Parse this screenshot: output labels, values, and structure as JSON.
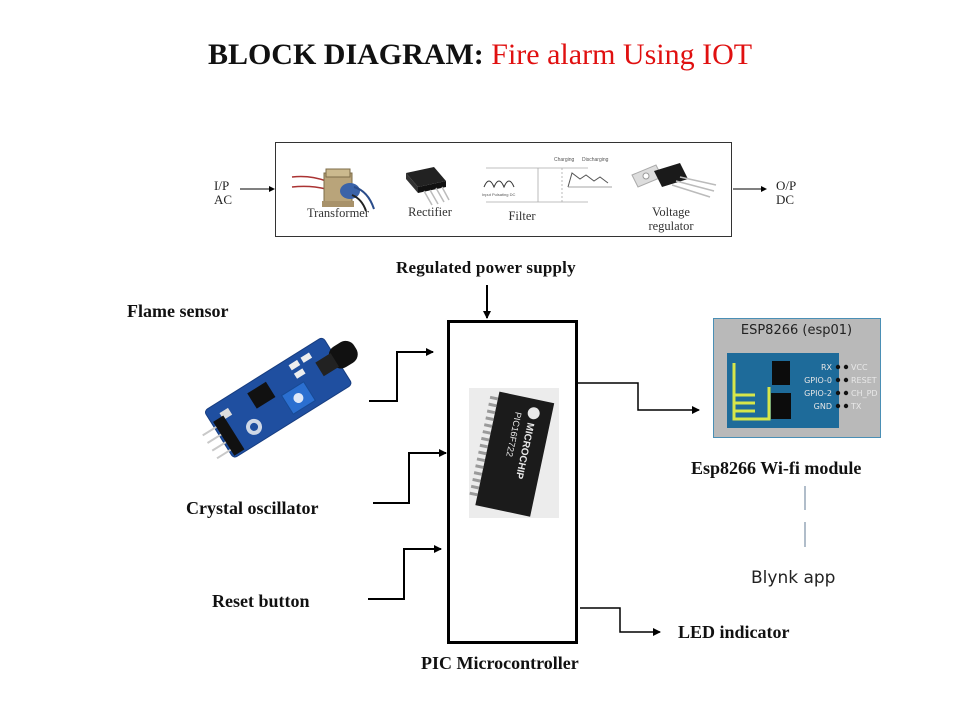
{
  "title": {
    "prefix": "BLOCK DIAGRAM:",
    "suffix": "Fire alarm Using IOT",
    "prefix_color": "#111111",
    "suffix_color": "#e01010"
  },
  "power_supply": {
    "input_label_line1": "I/P",
    "input_label_line2": "AC",
    "output_label_line1": "O/P",
    "output_label_line2": "DC",
    "stages": [
      {
        "label": "Transformer",
        "icon": "transformer-icon"
      },
      {
        "label": "Rectifier",
        "icon": "bridge-rectifier-icon"
      },
      {
        "label": "Filter",
        "icon": "filter-waveform-icon",
        "sublabels": [
          "Charging",
          "Discharging",
          "Input Pulsating DC"
        ]
      },
      {
        "label_line1": "Voltage",
        "label_line2": "regulator",
        "icon": "voltage-regulator-icon"
      }
    ],
    "caption": "Regulated power supply"
  },
  "inputs": [
    {
      "label": "Flame sensor",
      "icon": "flame-sensor-module-icon"
    },
    {
      "label": "Crystal oscillator"
    },
    {
      "label": "Reset button"
    }
  ],
  "controller": {
    "label": "PIC Microcontroller",
    "chip_brand": "MICROCHIP",
    "chip_model": "PIC16F722"
  },
  "outputs": {
    "wifi": {
      "label": "Esp8266 Wi-fi module",
      "board_title": "ESP8266 (esp01)",
      "pins_left": [
        "RX",
        "GPIO-0",
        "GPIO-2",
        "GND"
      ],
      "pins_right": [
        "VCC",
        "RESET",
        "CH_PD",
        "TX"
      ],
      "board_color": "#1e6b9a",
      "frame_color": "#b9b9b9"
    },
    "app": {
      "label": "Blynk app"
    },
    "led": {
      "label": "LED indicator"
    }
  }
}
